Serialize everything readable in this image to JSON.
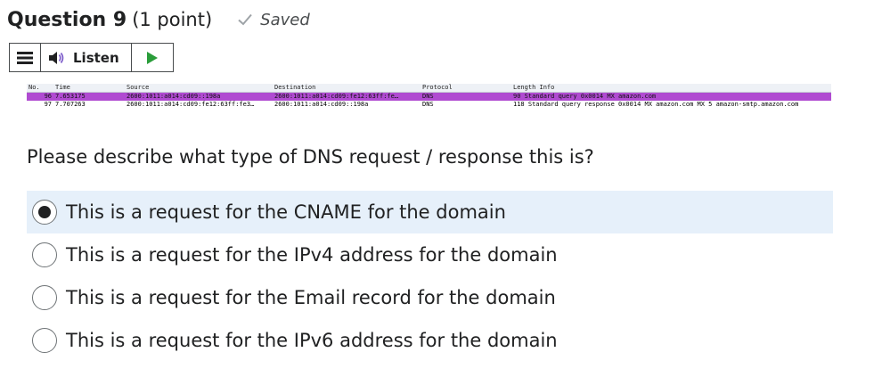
{
  "question": {
    "title": "Question 9",
    "points": "(1 point)",
    "status": "Saved",
    "prompt": "Please describe what type of DNS request / response this is?"
  },
  "toolbar": {
    "listen_label": "Listen"
  },
  "capture": {
    "columns": [
      "No.",
      "Time",
      "Source",
      "Destination",
      "Protocol",
      "Length Info"
    ],
    "rows": [
      {
        "no": "96",
        "time": "7.653175",
        "source": "2600:1011:a014:cd09::198a",
        "destination": "2600:1011:a014:cd09:fe12:63ff:fe…",
        "protocol": "DNS",
        "info": "90 Standard query 0x0014 MX amazon.com"
      },
      {
        "no": "97",
        "time": "7.707263",
        "source": "2600:1011:a014:cd09:fe12:63ff:fe3…",
        "destination": "2600:1011:a014:cd09::198a",
        "protocol": "DNS",
        "info": "118 Standard query response 0x0014 MX amazon.com MX 5 amazon-smtp.amazon.com"
      }
    ]
  },
  "options": [
    {
      "label": "This is a request for the CNAME for the domain",
      "selected": true
    },
    {
      "label": "This is a request for the IPv4 address for the domain",
      "selected": false
    },
    {
      "label": "This is a request for the Email record for the domain",
      "selected": false
    },
    {
      "label": "This is a request for the IPv6 address for the domain",
      "selected": false
    }
  ],
  "colors": {
    "selected_row": "#b04bd1",
    "selected_option_bg": "#e6f0fa",
    "play_green": "#2a9d3a"
  },
  "icons": {
    "saved": "checkmark-icon",
    "menu": "hamburger-menu-icon",
    "listen": "speaker-icon",
    "play": "play-icon"
  }
}
